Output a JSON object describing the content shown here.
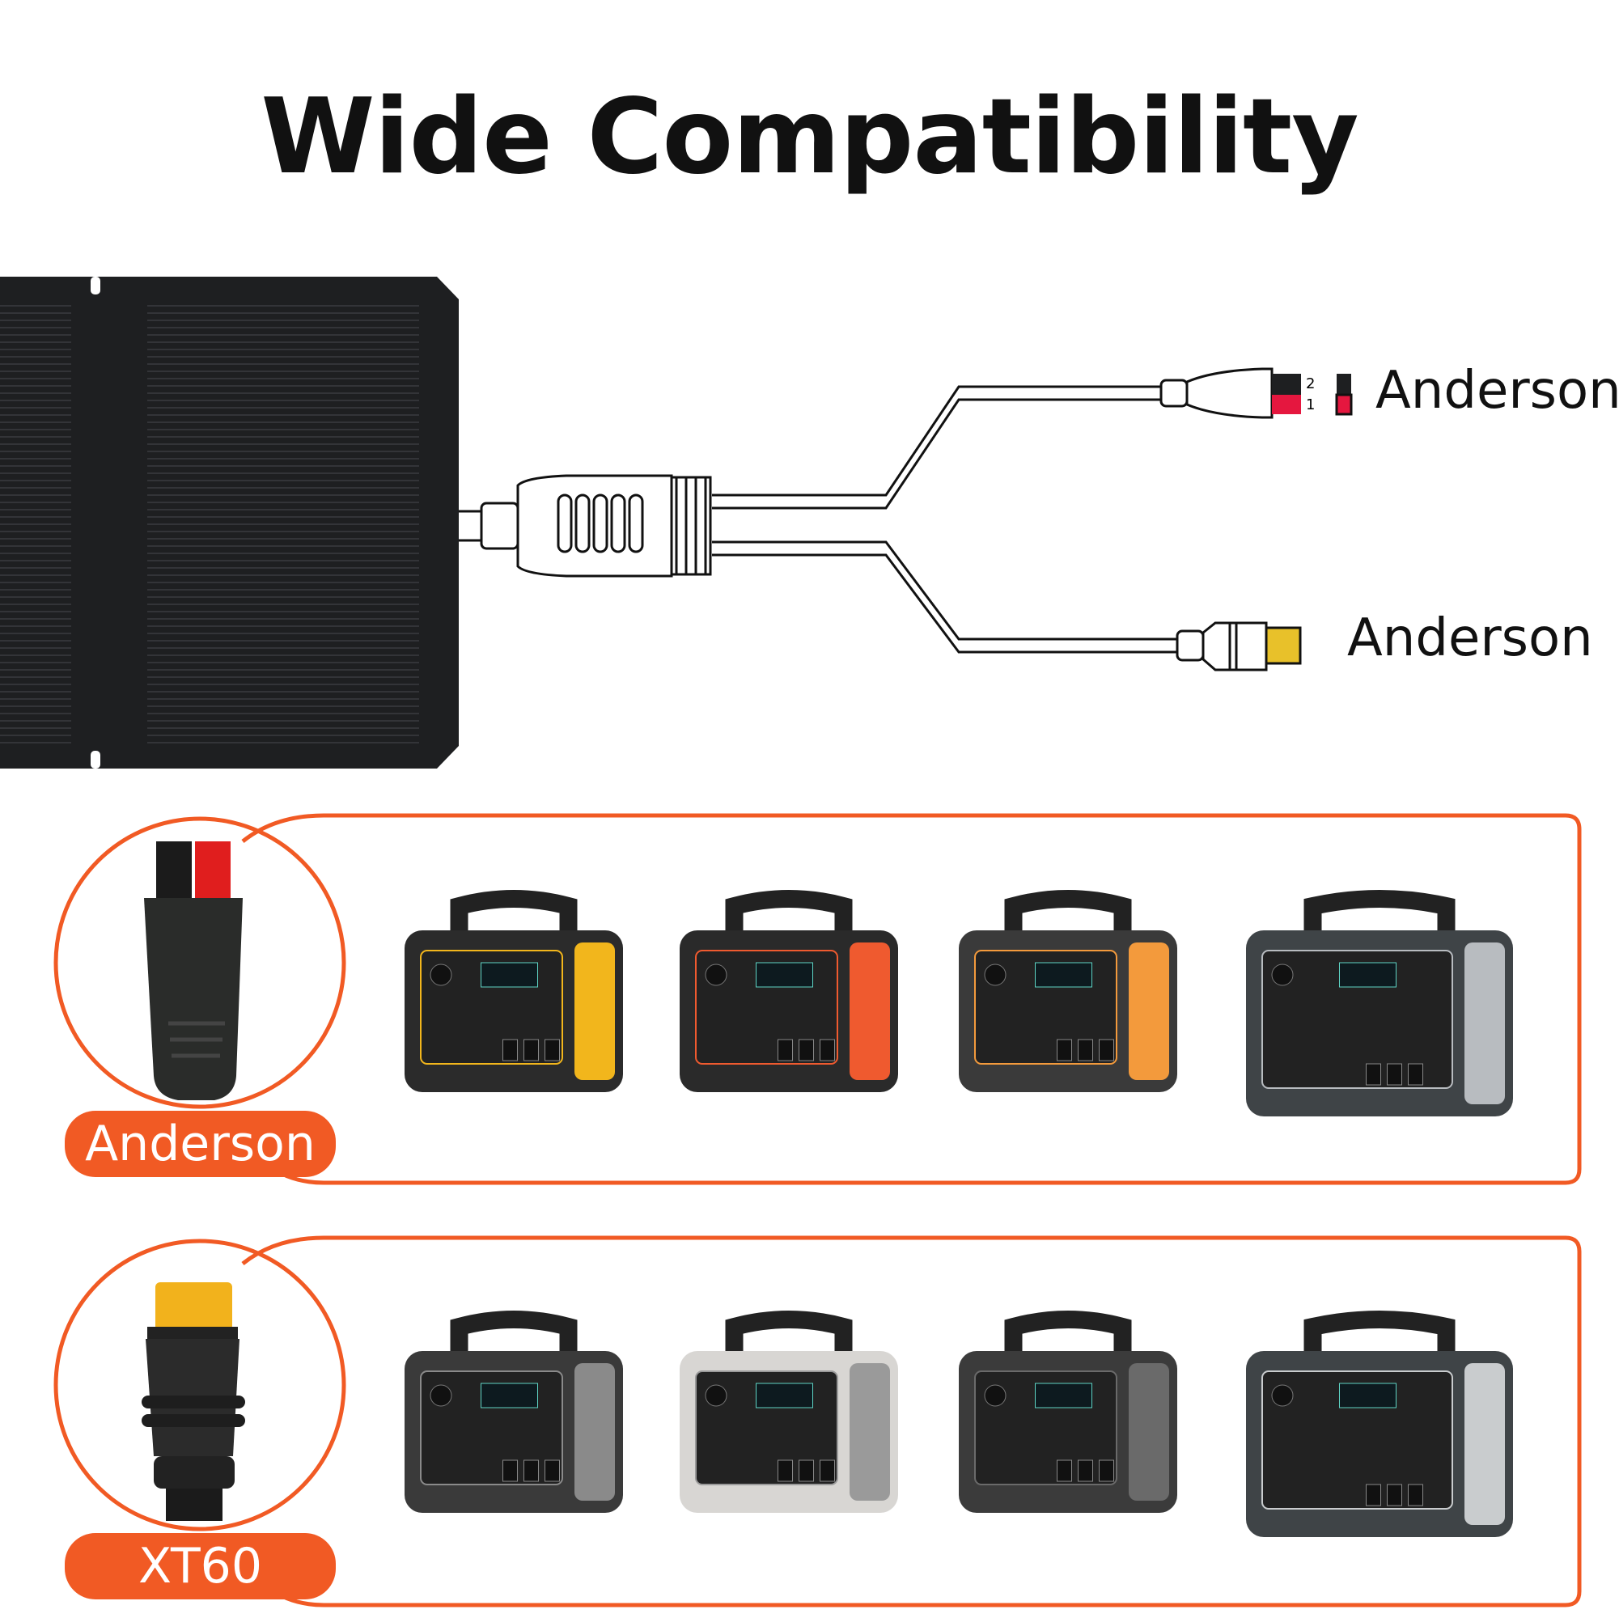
{
  "title": "Wide Compatibility",
  "diagram": {
    "top_connector_label": "Anderson",
    "top_connector_pins": [
      "2",
      "1"
    ],
    "bottom_connector_label": "Anderson"
  },
  "sections": [
    {
      "connector": "Anderson",
      "stations": [
        {
          "body": "#2b2b2b",
          "accent": "#f2b61c"
        },
        {
          "body": "#2a2a2a",
          "accent": "#ef5a2f"
        },
        {
          "body": "#3a3a3a",
          "accent": "#f39a3c"
        },
        {
          "body": "#3f4447",
          "accent": "#b8bcc0"
        }
      ]
    },
    {
      "connector": "XT60",
      "stations": [
        {
          "body": "#3a3a3a",
          "accent": "#8a8a8a"
        },
        {
          "body": "#d8d6d3",
          "accent": "#9a9a9a"
        },
        {
          "body": "#3b3b3b",
          "accent": "#6a6a6a"
        },
        {
          "body": "#3f4447",
          "accent": "#c9ccce"
        }
      ]
    }
  ],
  "colors": {
    "accent": "#f15a24",
    "panel": "#1e1f21",
    "red": "#e5173f",
    "yellow": "#e8c12a"
  }
}
